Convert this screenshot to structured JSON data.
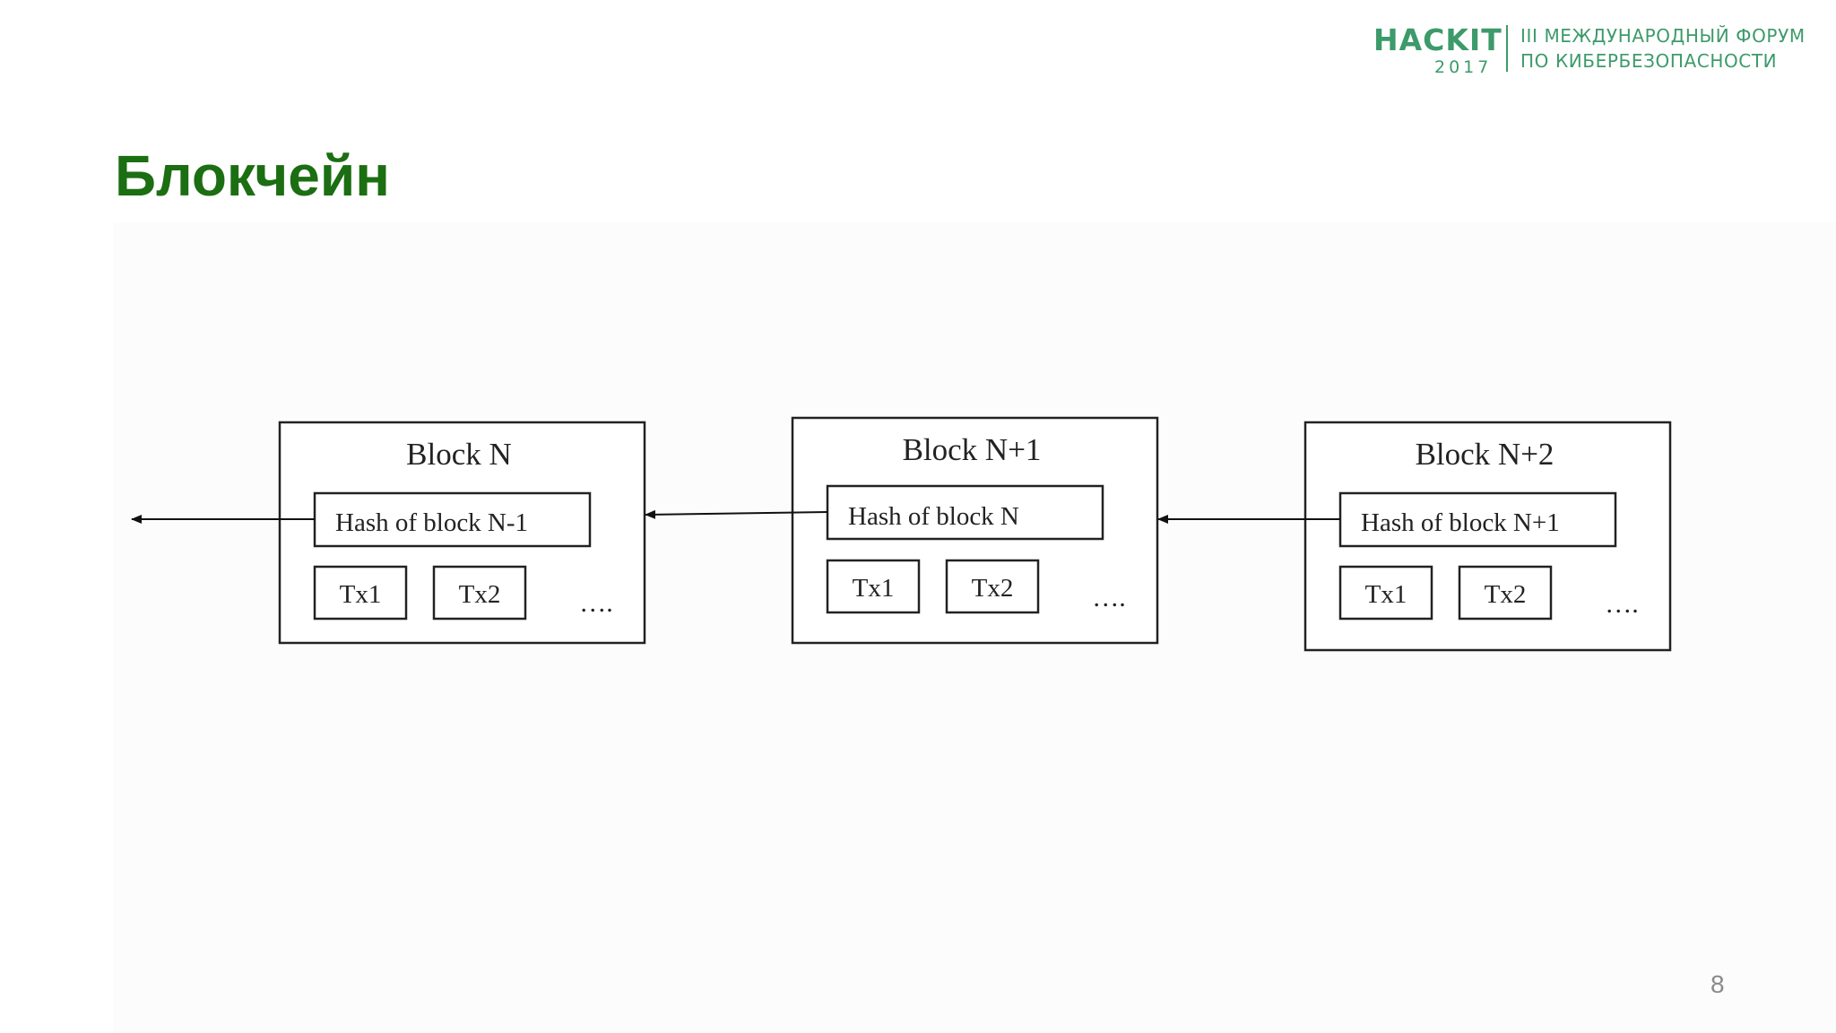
{
  "logo": {
    "brand": "HACKIT",
    "year": "2017",
    "forum_line1": "III МЕЖДУНАРОДНЫЙ ФОРУМ",
    "forum_line2": "ПО КИБЕРБЕЗОПАСНОСТИ"
  },
  "title": "Блокчейн",
  "page_number": "8",
  "colors": {
    "title": "#1b6e12",
    "brand": "#3d9a6a"
  },
  "diagram": {
    "blocks": [
      {
        "title": "Block N",
        "hash_label": "Hash of block N-1",
        "tx1": "Tx1",
        "tx2": "Tx2",
        "ellipsis": "…."
      },
      {
        "title": "Block N+1",
        "hash_label": "Hash of block N",
        "tx1": "Tx1",
        "tx2": "Tx2",
        "ellipsis": "…."
      },
      {
        "title": "Block N+2",
        "hash_label": "Hash of block N+1",
        "tx1": "Tx1",
        "tx2": "Tx2",
        "ellipsis": "…."
      }
    ]
  }
}
